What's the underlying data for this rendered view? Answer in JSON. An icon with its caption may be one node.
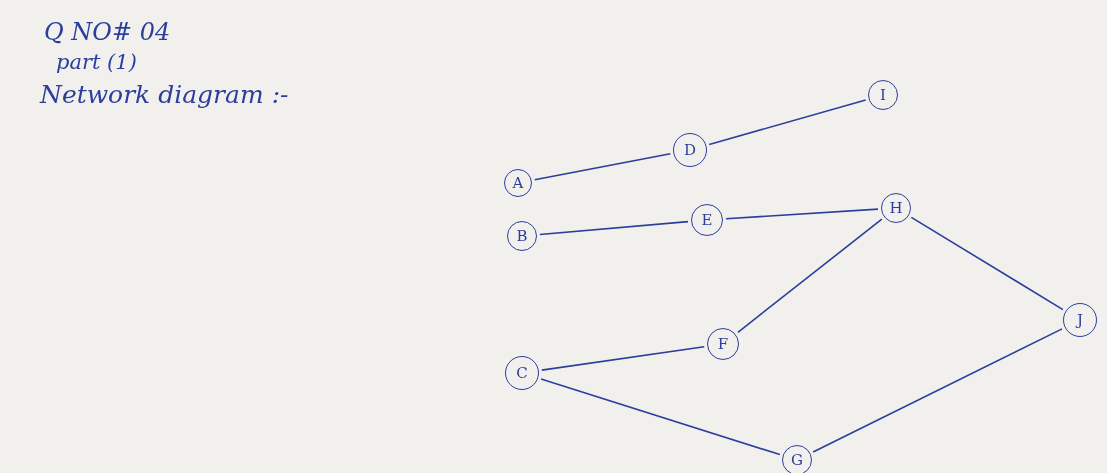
{
  "diagram": {
    "title": "Network diagram :-",
    "nodes": [
      {
        "text": [
          "A"
        ]
      },
      {
        "text": [
          "D"
        ]
      },
      {
        "text": [
          "I"
        ]
      },
      {
        "text": [
          "B"
        ]
      },
      {
        "text": [
          "E"
        ]
      },
      {
        "text": [
          "H"
        ]
      },
      {
        "text": [
          "C"
        ]
      },
      {
        "text": [
          "F"
        ]
      },
      {
        "text": [
          "J"
        ]
      },
      {
        "text": [
          "G"
        ]
      }
    ],
    "edges": [
      {
        "from": 0,
        "to": 1,
        "arrow": "none"
      },
      {
        "from": 1,
        "to": 2,
        "arrow": "none"
      },
      {
        "from": 3,
        "to": 4,
        "arrow": "none"
      },
      {
        "from": 4,
        "to": 5,
        "arrow": "none"
      },
      {
        "from": 7,
        "to": 5,
        "arrow": "none"
      },
      {
        "from": 6,
        "to": 7,
        "arrow": "none"
      },
      {
        "from": 5,
        "to": 8,
        "arrow": "none"
      },
      {
        "from": 6,
        "to": 9,
        "arrow": "none"
      },
      {
        "from": 9,
        "to": 8,
        "arrow": "none"
      }
    ],
    "labels": [
      "Q NO# 04",
      "part (1)"
    ]
  }
}
